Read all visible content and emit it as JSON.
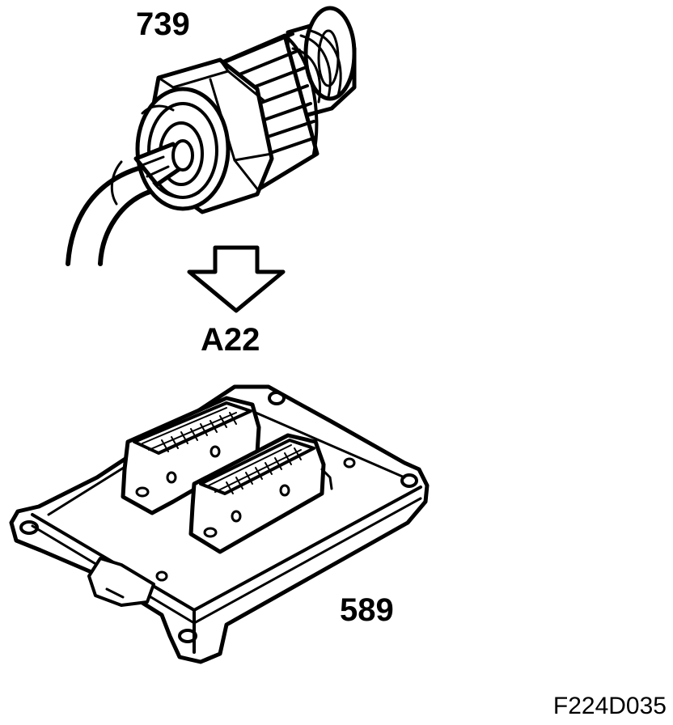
{
  "labels": {
    "sensor_part": "739",
    "connector": "A22",
    "control_unit_part": "589",
    "figure_code": "F224D035"
  }
}
